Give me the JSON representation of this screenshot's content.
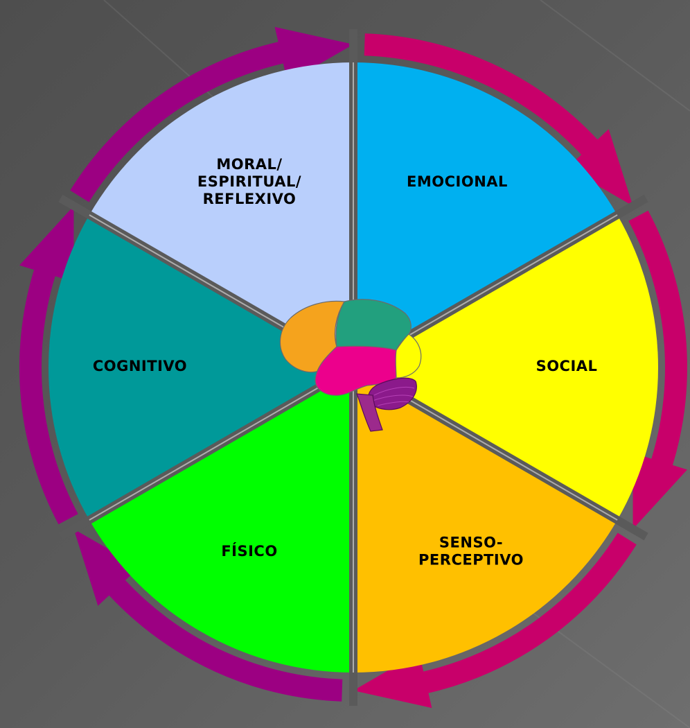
{
  "segments": [
    {
      "id": "emocional",
      "lines": [
        "EMOCIONAL"
      ],
      "color": "#00b0f0"
    },
    {
      "id": "social",
      "lines": [
        "SOCIAL"
      ],
      "color": "#ffff00"
    },
    {
      "id": "senso-perceptivo",
      "lines": [
        "SENSO-",
        "PERCEPTIVO"
      ],
      "color": "#ffc000"
    },
    {
      "id": "fisico",
      "lines": [
        "FÍSICO"
      ],
      "color": "#00ff00"
    },
    {
      "id": "cognitivo",
      "lines": [
        "COGNITIVO"
      ],
      "color": "#009999"
    },
    {
      "id": "moral-espiritual-reflexivo",
      "lines": [
        "MORAL/",
        "ESPIRITUAL/",
        "REFLEXIVO"
      ],
      "color": "#b9cffc"
    }
  ],
  "colors": {
    "arrow_left": "#9c0082",
    "arrow_right": "#c8006a",
    "divider": "#5a5a5a",
    "background": "#555555"
  },
  "center_icon": "brain-icon"
}
